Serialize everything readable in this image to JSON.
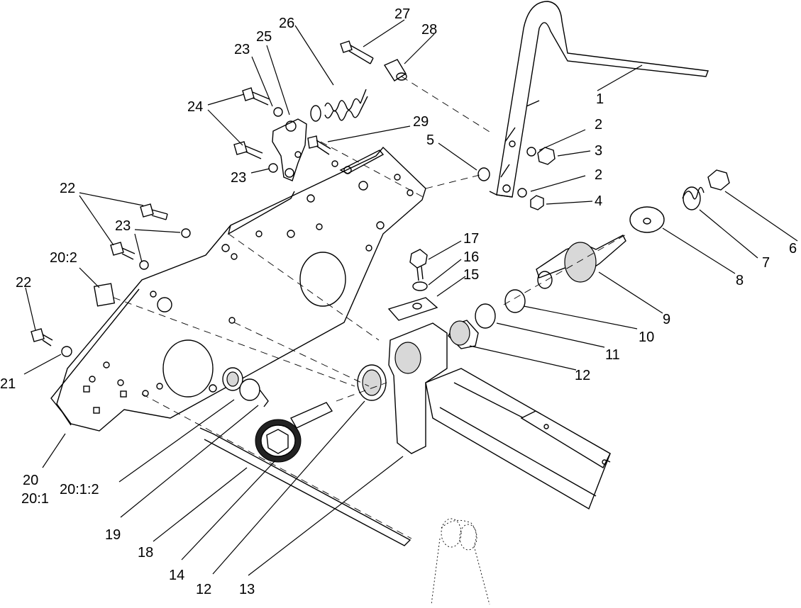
{
  "diagram": {
    "callouts": {
      "c1": "1",
      "c2a": "2",
      "c2b": "2",
      "c3": "3",
      "c4": "4",
      "c5": "5",
      "c6": "6",
      "c7": "7",
      "c8": "8",
      "c9": "9",
      "c10": "10",
      "c11": "11",
      "c12a": "12",
      "c12b": "12",
      "c13": "13",
      "c14": "14",
      "c15": "15",
      "c16": "16",
      "c17": "17",
      "c18": "18",
      "c19": "19",
      "c20": "20",
      "c20_1": "20:1",
      "c20_1_2": "20:1:2",
      "c20_2": "20:2",
      "c21": "21",
      "c22a": "22",
      "c22b": "22",
      "c23a": "23",
      "c23b": "23",
      "c23c": "23",
      "c24": "24",
      "c25": "25",
      "c26": "26",
      "c27": "27",
      "c28": "28",
      "c29": "29"
    }
  }
}
